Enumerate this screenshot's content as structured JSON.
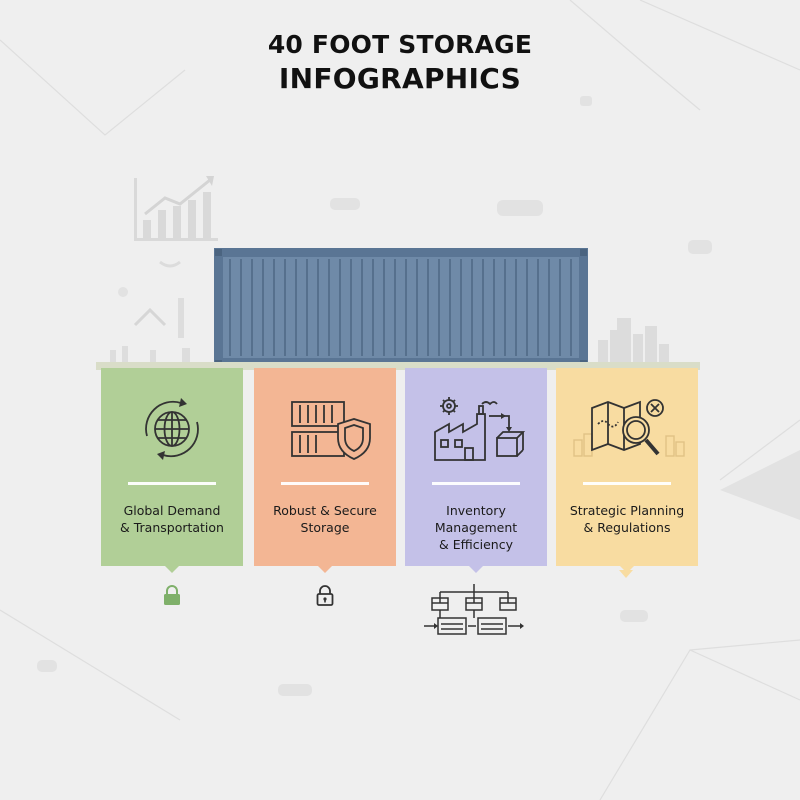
{
  "page": {
    "title_line1": "40 FOOT STORAGE",
    "title_line2": "INFOGRAPHICS"
  },
  "cards": [
    {
      "line1": "Global Demand",
      "line2": "& Transportation",
      "icon": "globe-refresh-icon",
      "color": "#b1cf97"
    },
    {
      "line1": "Robust & Secure",
      "line2": "Storage",
      "icon": "containers-shield-icon",
      "color": "#f3b694"
    },
    {
      "line1": "Inventory Management",
      "line2": "& Efficiency",
      "icon": "factory-gear-box-icon",
      "color": "#c4c1e8"
    },
    {
      "line1": "Strategic Planning",
      "line2": "& Regulations",
      "icon": "map-magnifier-icon",
      "color": "#f8dca1"
    }
  ],
  "colors": {
    "background": "#efefef",
    "container": "#6f8aa8",
    "container_dark": "#56708d",
    "lock_green": "#7fb06a",
    "line_dark": "#333333"
  }
}
